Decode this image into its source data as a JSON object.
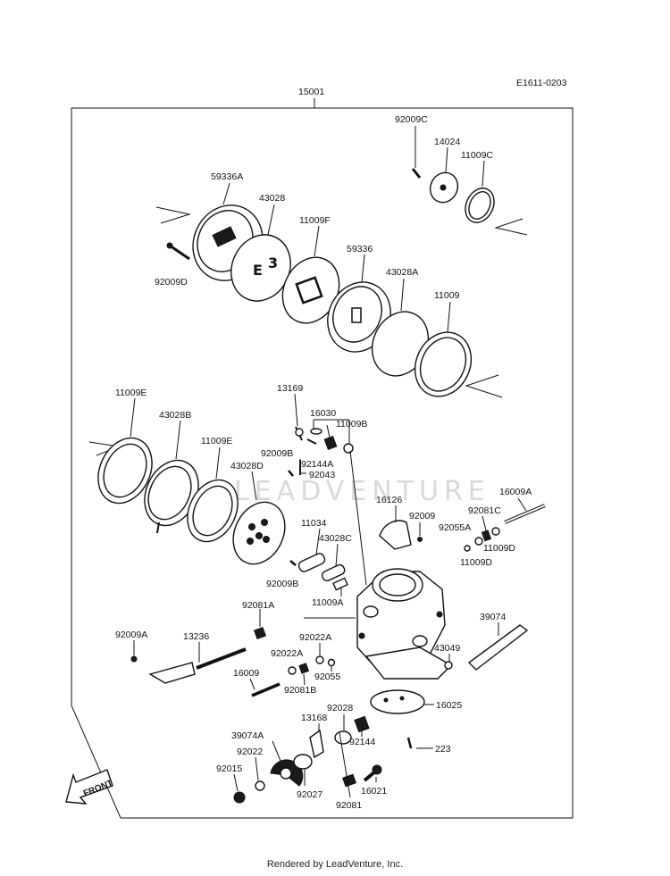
{
  "diagram_code": "E1611-0203",
  "assembly_number": "15001",
  "front_label": "FRONT",
  "watermark": "LEADVENTURE",
  "footer": "Rendered by LeadVenture, Inc.",
  "part_labels": {
    "p92009C": "92009C",
    "p14024": "14024",
    "p11009C": "11009C",
    "p59336A": "59336A",
    "p43028": "43028",
    "p11009F": "11009F",
    "p92009D": "92009D",
    "p59336": "59336",
    "p43028A": "43028A",
    "p11009": "11009",
    "p11009E_a": "11009E",
    "p43028B": "43028B",
    "p11009E_b": "11009E",
    "p43028D": "43028D",
    "p13169": "13169",
    "p16030": "16030",
    "p11009B": "11009B",
    "p92009B_a": "92009B",
    "p92144A": "92144A",
    "p92043": "92043",
    "p16126": "16126",
    "p92009": "92009",
    "p16009A": "16009A",
    "p92081C": "92081C",
    "p92055A": "92055A",
    "p11009D_a": "11009D",
    "p11009D_b": "11009D",
    "p11034": "11034",
    "p43028C": "43028C",
    "p92009B_b": "92009B",
    "p11009A": "11009A",
    "p92081A": "92081A",
    "p39074": "39074",
    "p92009A": "92009A",
    "p13236": "13236",
    "p92022A_a": "92022A",
    "p92022A_b": "92022A",
    "p43049": "43049",
    "p16009": "16009",
    "p92081B": "92081B",
    "p92055": "92055",
    "p16025": "16025",
    "p92028": "92028",
    "p13168": "13168",
    "p39074A": "39074A",
    "p92144": "92144",
    "p223": "223",
    "p92022": "92022",
    "p92015": "92015",
    "p92027": "92027",
    "p16021": "16021",
    "p92081": "92081"
  }
}
